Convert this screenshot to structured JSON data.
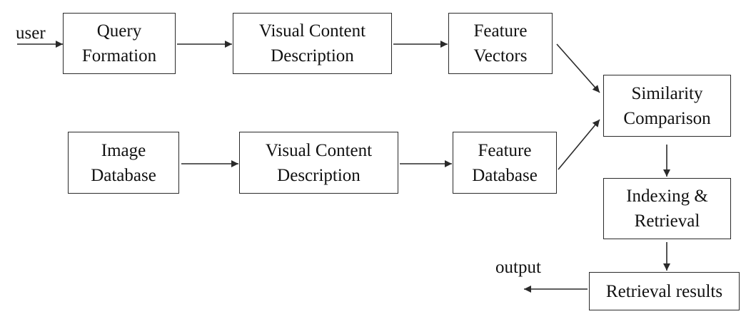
{
  "diagram": {
    "inputs": {
      "user": "user"
    },
    "outputs": {
      "output": "output"
    },
    "nodes": {
      "query_formation": "Query\nFormation",
      "visual_content_description_top": "Visual Content\nDescription",
      "feature_vectors": "Feature\nVectors",
      "similarity_comparison": "Similarity\nComparison",
      "image_database": "Image\nDatabase",
      "visual_content_description_bottom": "Visual Content\nDescription",
      "feature_database": "Feature\nDatabase",
      "indexing_retrieval": "Indexing &\nRetrieval",
      "retrieval_results": "Retrieval results"
    },
    "colors": {
      "line": "#2a2a2a",
      "box_border": "#2a2a2a",
      "text": "#111111",
      "background": "#ffffff"
    }
  }
}
